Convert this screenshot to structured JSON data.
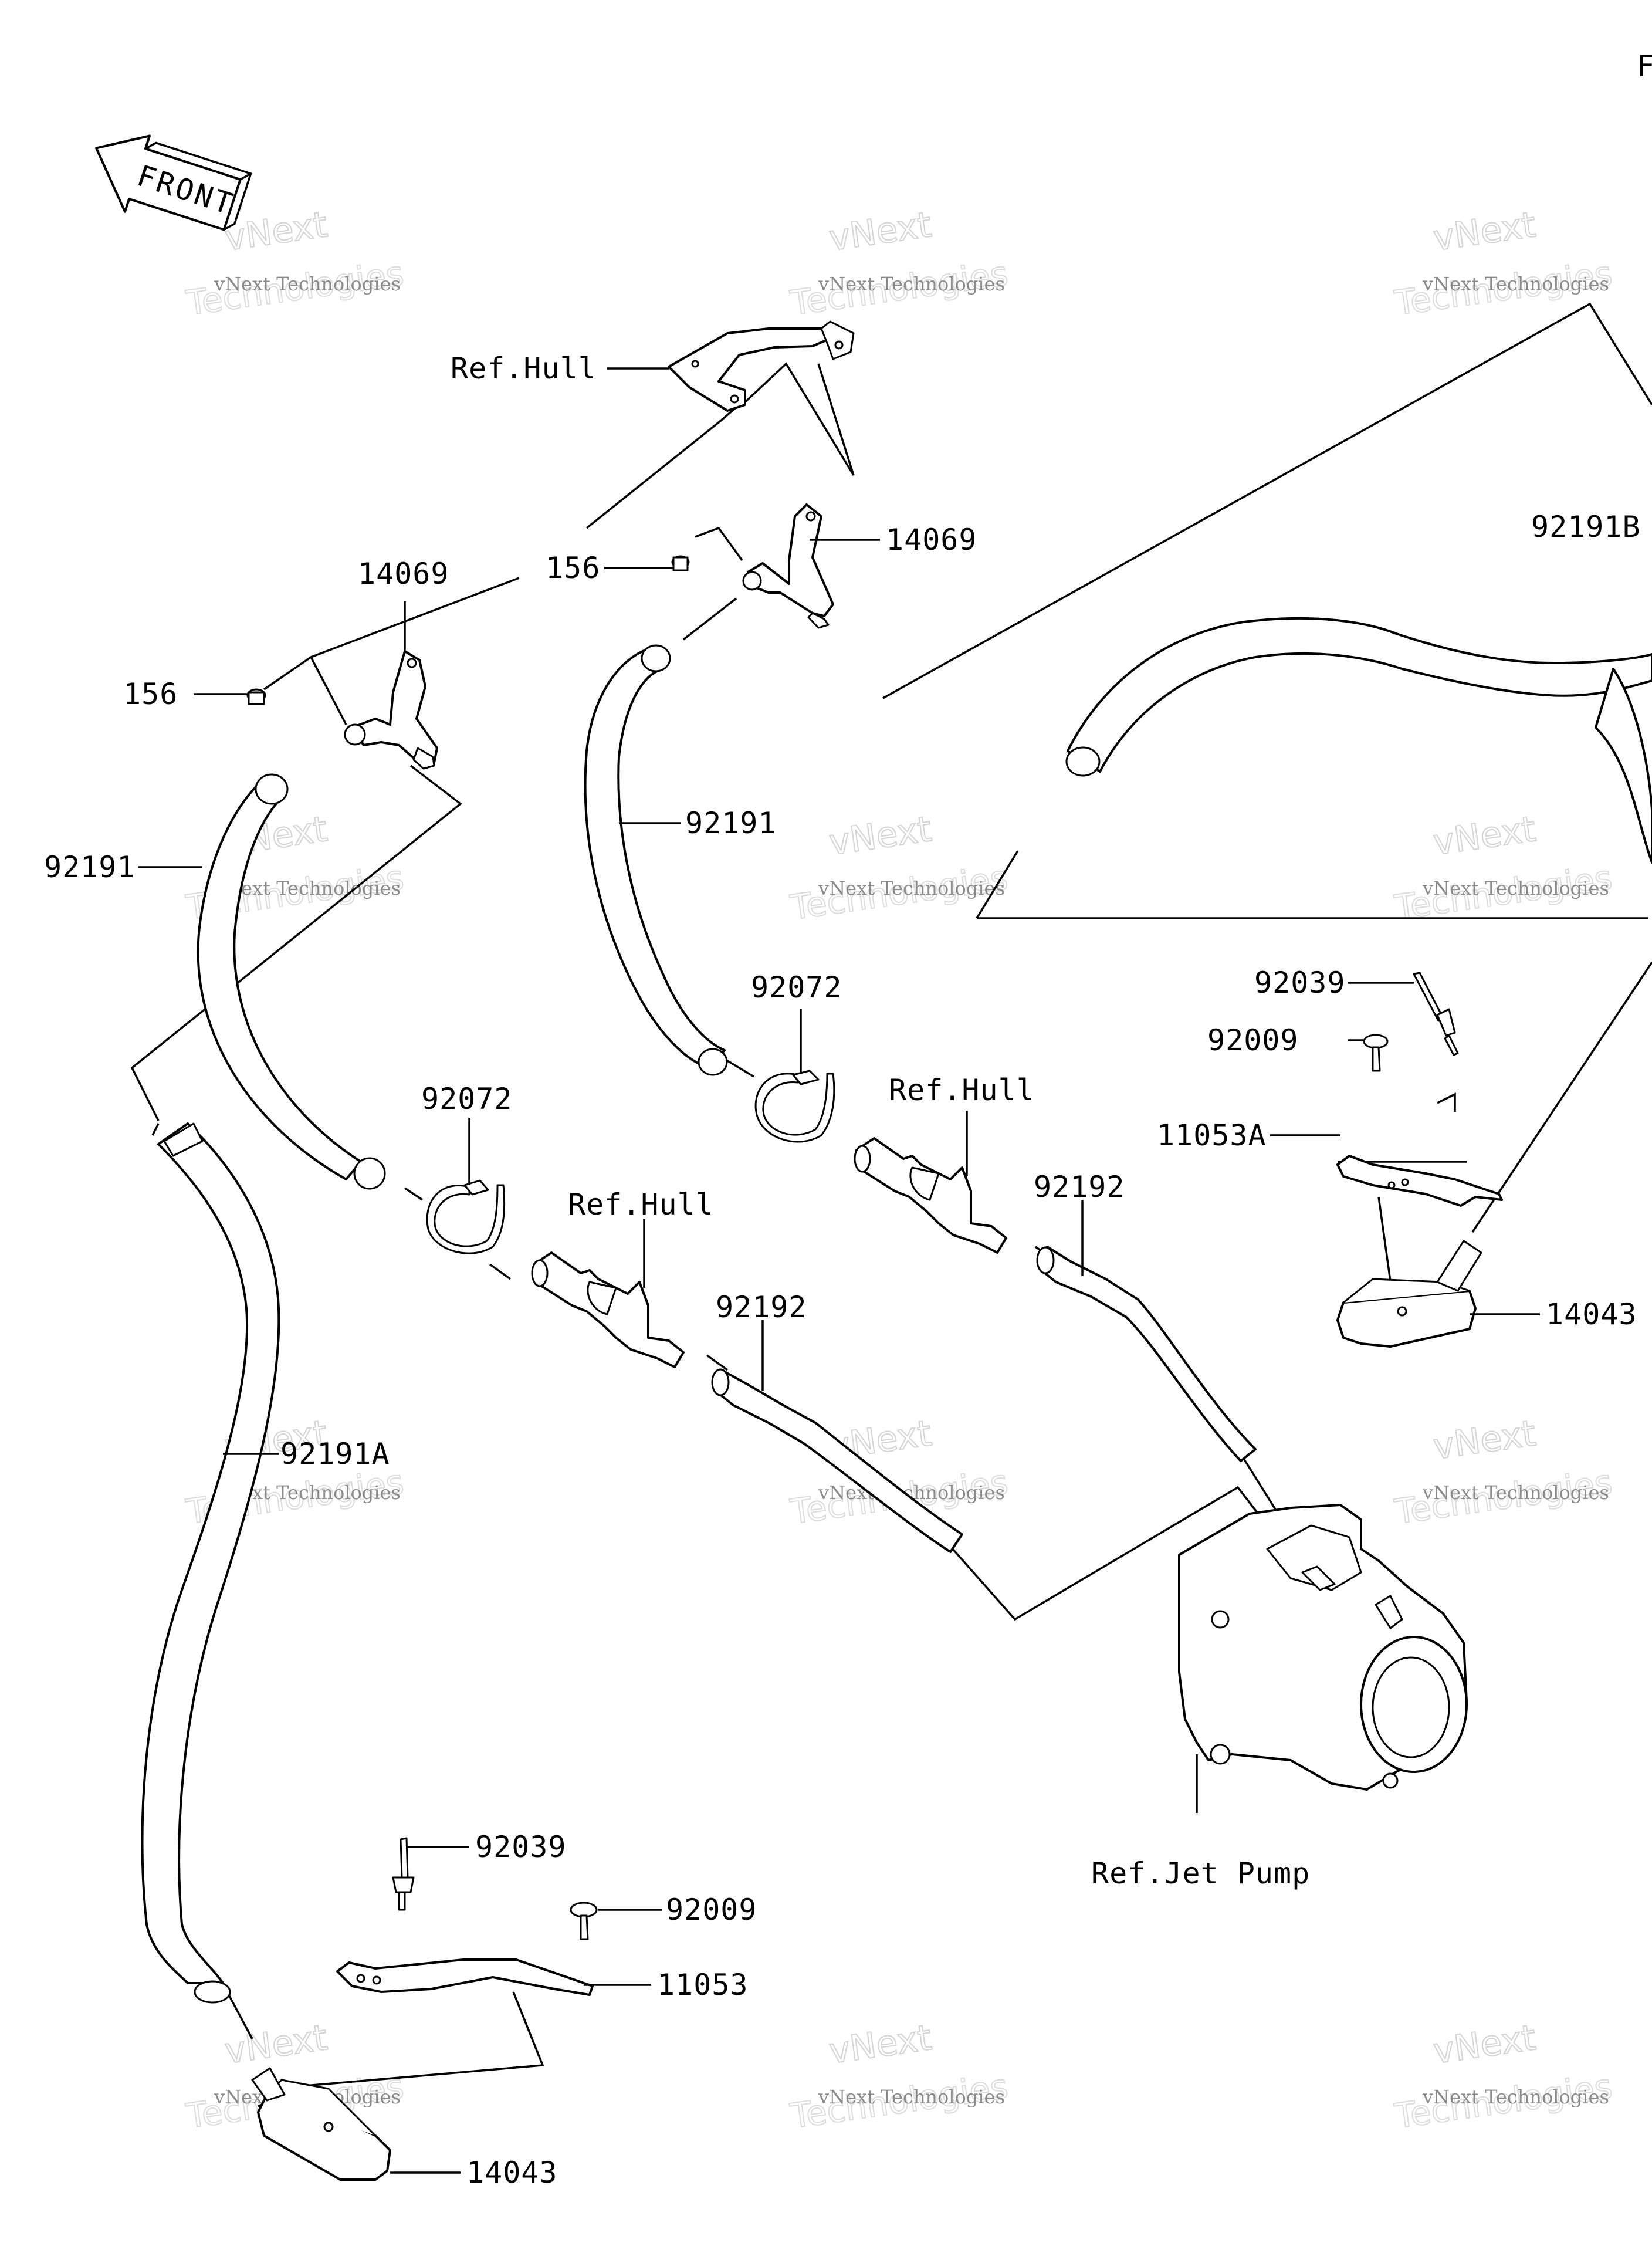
{
  "page_code": "F",
  "front_badge": "FRONT",
  "watermark": {
    "line1": "vNext Technologies",
    "line2": "vNext",
    "line3": "Technologies"
  },
  "labels": {
    "ref_hull_top": "Ref.Hull",
    "clip_14069_left": "14069",
    "clip_14069_right": "14069",
    "screw_156_left": "156",
    "screw_156_right": "156",
    "hose_92191B": "92191B",
    "hose_92191_left": "92191",
    "hose_92191_mid": "92191",
    "clamp_92072_left": "92072",
    "clamp_92072_mid": "92072",
    "ref_hull_left": "Ref.Hull",
    "ref_hull_mid": "Ref.Hull",
    "hose_92192_left": "92192",
    "hose_92192_right": "92192",
    "rivet_92039_right": "92039",
    "screw_92009_right": "92009",
    "bracket_11053A": "11053A",
    "strainer_14043_right": "14043",
    "hose_92191A": "92191A",
    "ref_jet_pump": "Ref.Jet Pump",
    "rivet_92039_bottom": "92039",
    "screw_92009_bottom": "92009",
    "bracket_11053": "11053",
    "strainer_14043_bottom": "14043"
  }
}
